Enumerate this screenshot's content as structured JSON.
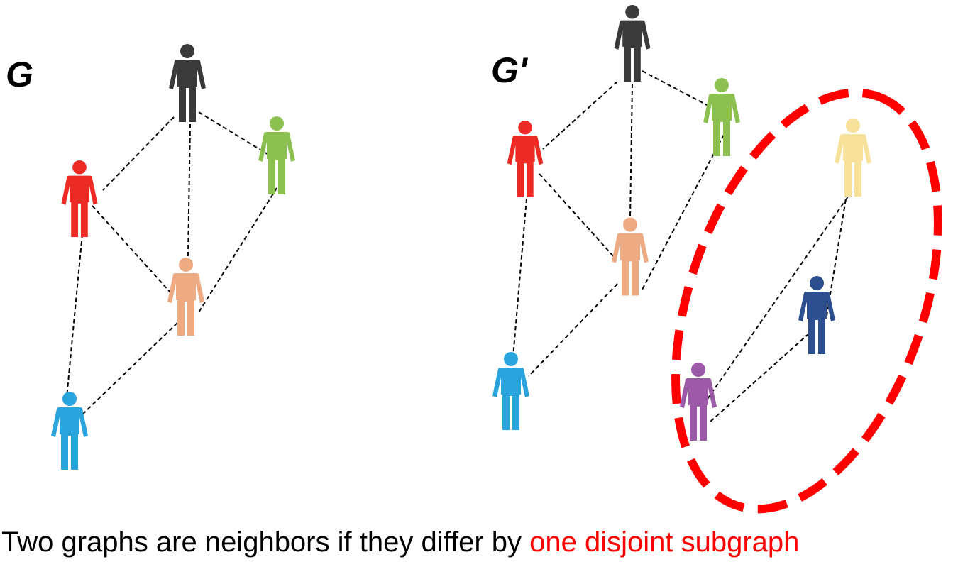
{
  "graph_left": {
    "label": "G"
  },
  "graph_right": {
    "label": "G'"
  },
  "caption": {
    "text": "Two graphs are neighbors if they differ by",
    "highlight": "one disjoint subgraph"
  },
  "colors": {
    "black": "#3a3a3a",
    "red": "#ee2a24",
    "green": "#8cc152",
    "peach": "#eeaa82",
    "blue": "#2aa4dd",
    "yellow": "#f8e19a",
    "navy": "#2e4f8f",
    "purple": "#9b59a8",
    "highlight": "#ff0000"
  }
}
